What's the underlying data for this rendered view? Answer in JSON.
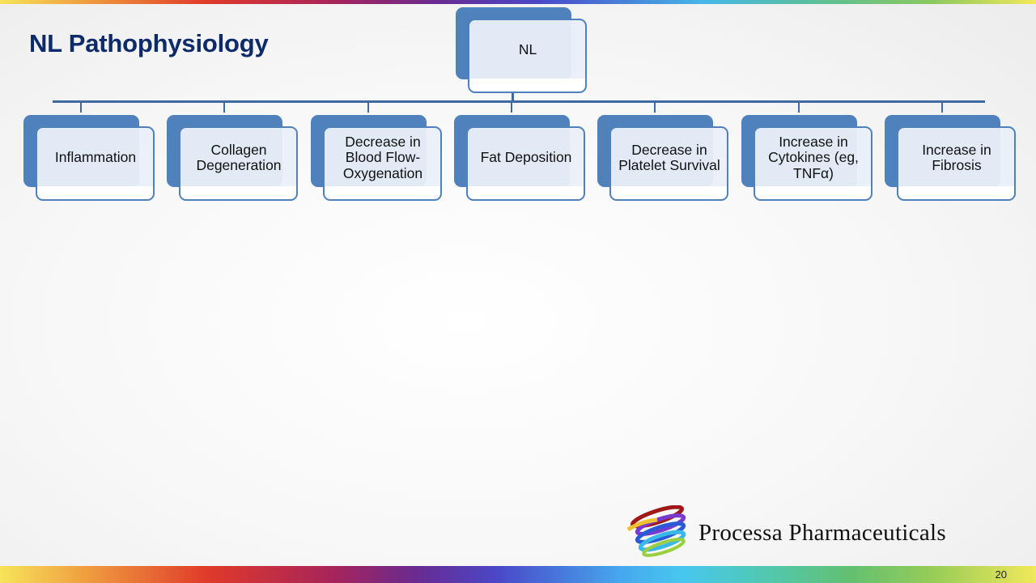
{
  "slide": {
    "title": "NL Pathophysiology",
    "page_number": "20"
  },
  "diagram": {
    "root": {
      "label": "NL"
    },
    "children": [
      {
        "label": "Inflammation"
      },
      {
        "label": "Collagen Degeneration"
      },
      {
        "label": "Decrease in Blood Flow-Oxygenation"
      },
      {
        "label": "Fat Deposition"
      },
      {
        "label": "Decrease in Platelet Survival"
      },
      {
        "label": "Increase in Cytokines (eg, TNFα)"
      },
      {
        "label": "Increase in Fibrosis"
      }
    ],
    "colors": {
      "box_accent": "#4f81bd",
      "box_fill": "#eaf0f9",
      "connector": "#3f6aa0",
      "title": "#0d2b6b"
    }
  },
  "footer": {
    "company_name": "Processa Pharmaceuticals",
    "logo_icon": "rainbow-rings-logo-icon"
  }
}
